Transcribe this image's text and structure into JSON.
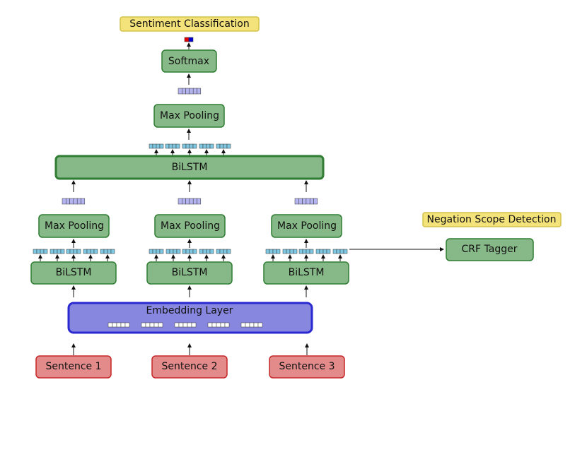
{
  "labels": {
    "sentiment_task": "Sentiment Classification",
    "negation_task": "Negation Scope Detection",
    "softmax": "Softmax",
    "max_pooling": "Max Pooling",
    "bilstm": "BiLSTM",
    "embedding_layer": "Embedding Layer",
    "crf_tagger": "CRF Tagger"
  },
  "sentences": [
    "Sentence 1",
    "Sentence 2",
    "Sentence 3"
  ],
  "colors": {
    "green_fill": "#87b887",
    "green_stroke": "#2e7d32",
    "red_fill": "#e38b8b",
    "red_stroke": "#c62828",
    "blue_fill": "#8787e0",
    "blue_stroke": "#2a2ad0",
    "yellow_fill": "#f4e27a",
    "yellow_stroke": "#d4c24a",
    "hidden_cell": "#7ec8e3",
    "pooled_cell": "#b4b4f0",
    "output_red": "#e00000",
    "output_blue": "#0000d0"
  }
}
